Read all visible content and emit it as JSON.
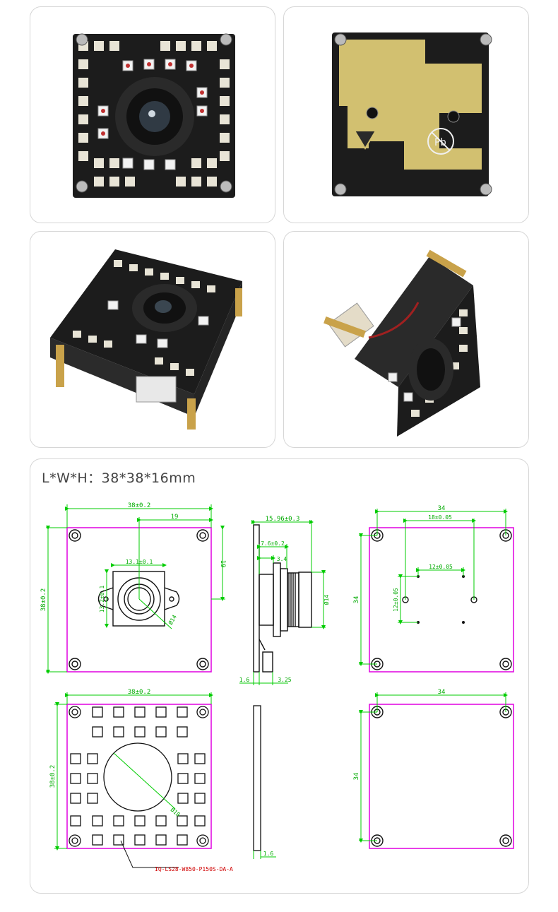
{
  "dimensions_title": "L*W*H：38*38*16mm",
  "photos": [
    {
      "view": "front-top"
    },
    {
      "view": "back"
    },
    {
      "view": "angled-front"
    },
    {
      "view": "angled-side"
    }
  ],
  "drawing": {
    "front": {
      "width_label": "38±0.2",
      "offset_label": "19",
      "height_label": "38±0.2",
      "right_label": "19",
      "mount_w_label": "13.1±0.1",
      "mount_h_label": "13.2±0.1",
      "lens_dia_label": "Ø14"
    },
    "side": {
      "total_label": "15.96±0.3",
      "part_a_label": "7.6±0.2",
      "part_b_label": "3.4",
      "lens_label": "Ø14",
      "pcb_label": "1.6",
      "conn_label": "3.25"
    },
    "back": {
      "width_label": "34",
      "hole_span_label": "18±0.05",
      "inner_span_label": "12±0.05",
      "height_label": "34",
      "inner_height_label": "12±0.05"
    },
    "led_view": {
      "width_label": "38±0.2",
      "height_label": "38±0.2",
      "circle_label": "Ø18",
      "part_number": "IQ-LS28-W850-P150S-DA-A"
    },
    "pcb_side": {
      "thickness_label": "1.6"
    },
    "plain_back": {
      "width_label": "34",
      "height_label": "34"
    }
  },
  "colors": {
    "outline": "#e000e0",
    "dimension": "#00cc00",
    "callout": "#d00000",
    "pcb": "#1c1c1c",
    "pad": "#e8e4d6"
  }
}
